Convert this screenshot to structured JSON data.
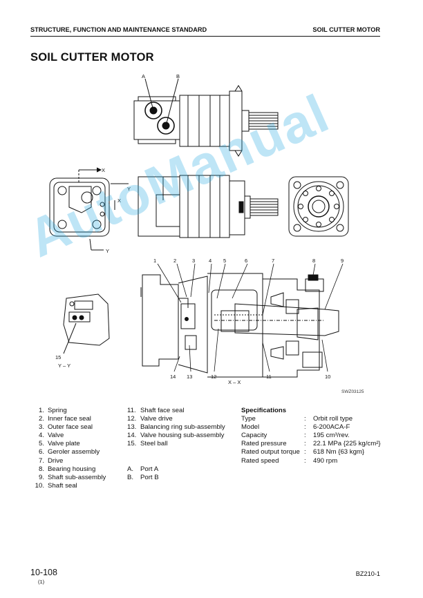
{
  "header": {
    "left": "STRUCTURE, FUNCTION AND MAINTENANCE STANDARD",
    "right": "SOIL CUTTER MOTOR"
  },
  "title": "SOIL CUTTER MOTOR",
  "figure": {
    "port_labels": [
      "A",
      "B"
    ],
    "section_x": "X",
    "section_y": "Y",
    "section_yy": "Y – Y",
    "section_xx": "X – X",
    "callouts_top": [
      "1",
      "2",
      "3",
      "4",
      "5",
      "6",
      "7",
      "8",
      "9"
    ],
    "callouts_bottom": [
      "14",
      "13",
      "12",
      "11",
      "10"
    ],
    "callout_15": "15",
    "drawing_code": "SWZ03125"
  },
  "parts_col1": [
    {
      "n": "1.",
      "t": "Spring"
    },
    {
      "n": "2.",
      "t": "Inner face seal"
    },
    {
      "n": "3.",
      "t": "Outer face seal"
    },
    {
      "n": "4.",
      "t": "Valve"
    },
    {
      "n": "5.",
      "t": "Valve plate"
    },
    {
      "n": "6.",
      "t": "Geroler assembly"
    },
    {
      "n": "7.",
      "t": "Drive"
    },
    {
      "n": "8.",
      "t": "Bearing housing"
    },
    {
      "n": "9.",
      "t": "Shaft sub-assembly"
    },
    {
      "n": "10.",
      "t": "Shaft seal"
    }
  ],
  "parts_col2": [
    {
      "n": "11.",
      "t": "Shaft face seal"
    },
    {
      "n": "12.",
      "t": "Valve drive"
    },
    {
      "n": "13.",
      "t": "Balancing ring sub-assembly"
    },
    {
      "n": "14.",
      "t": "Valve housing sub-assembly"
    },
    {
      "n": "15.",
      "t": "Steel ball"
    }
  ],
  "ports": [
    {
      "n": "A.",
      "t": "Port A"
    },
    {
      "n": "B.",
      "t": "Port B"
    }
  ],
  "specs": {
    "heading": "Specifications",
    "rows": [
      {
        "k": "Type",
        "v": "Orbit roll type"
      },
      {
        "k": "Model",
        "v": "6-200ACA-F"
      },
      {
        "k": "Capacity",
        "v": "195 cm³/rev."
      },
      {
        "k": "Rated pressure",
        "v": "22.1 MPa {225 kg/cm²}"
      },
      {
        "k": "Rated output torque",
        "v": "618 Nm {63 kgm}"
      },
      {
        "k": "Rated speed",
        "v": "490 rpm"
      }
    ]
  },
  "footer": {
    "page": "10-108",
    "rev": "(1)",
    "model": "BZ210-1"
  },
  "watermark": "AutoManual"
}
